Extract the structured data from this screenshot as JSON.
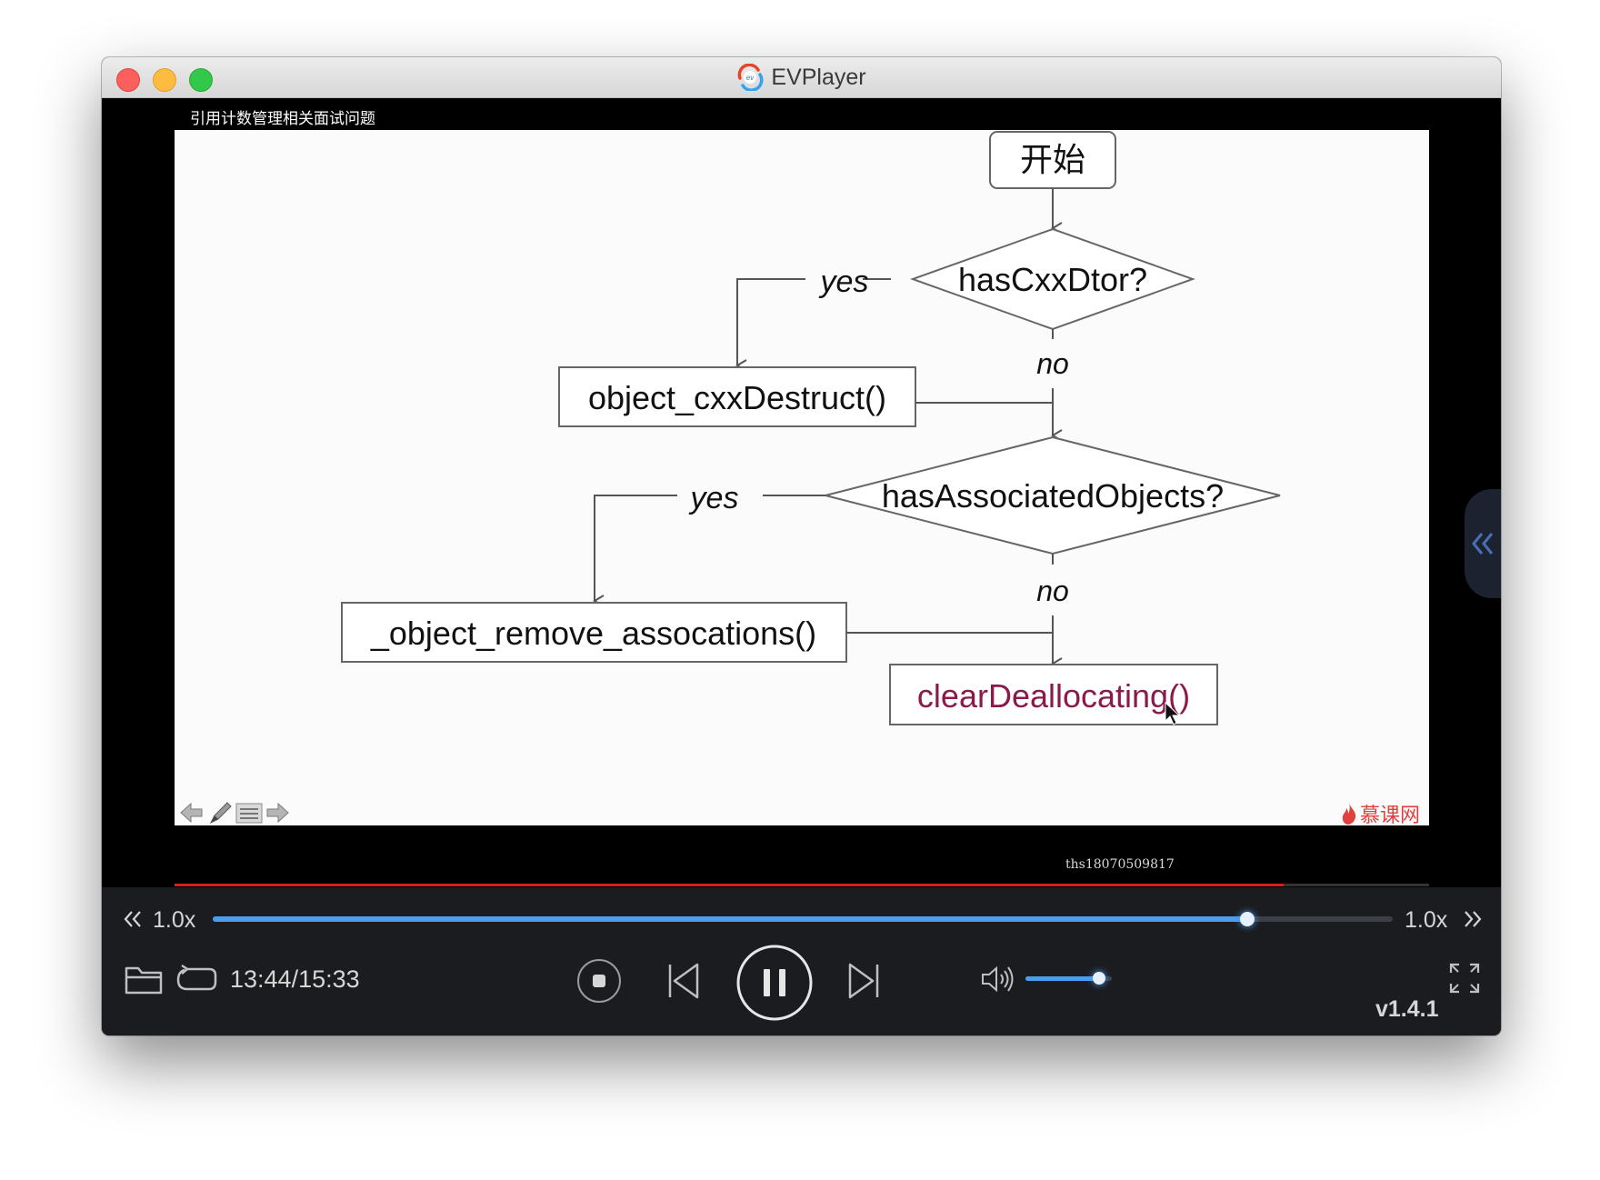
{
  "window": {
    "title": "EVPlayer",
    "app_icon": "evplayer-logo-icon"
  },
  "video": {
    "course_title": "引用计数管理相关面试问题",
    "watermark_text": "慕课网",
    "user_id": "ths18070509817",
    "progress_fraction": 0.884
  },
  "flowchart": {
    "start": "开始",
    "decision1": "hasCxxDtor?",
    "process1": "object_cxxDestruct()",
    "decision2": "hasAssociatedObjects?",
    "process2": "_object_remove_assocations()",
    "end": "clearDeallocating()",
    "yes_label": "yes",
    "no_label": "no",
    "highlight_color": "#8b1a4a"
  },
  "player": {
    "speed_left": "1.0x",
    "speed_right": "1.0x",
    "seek_fraction": 0.877,
    "time": "13:44/15:33",
    "volume_fraction": 0.85,
    "version": "v1.4.1",
    "accent_color": "#4b9eef"
  }
}
